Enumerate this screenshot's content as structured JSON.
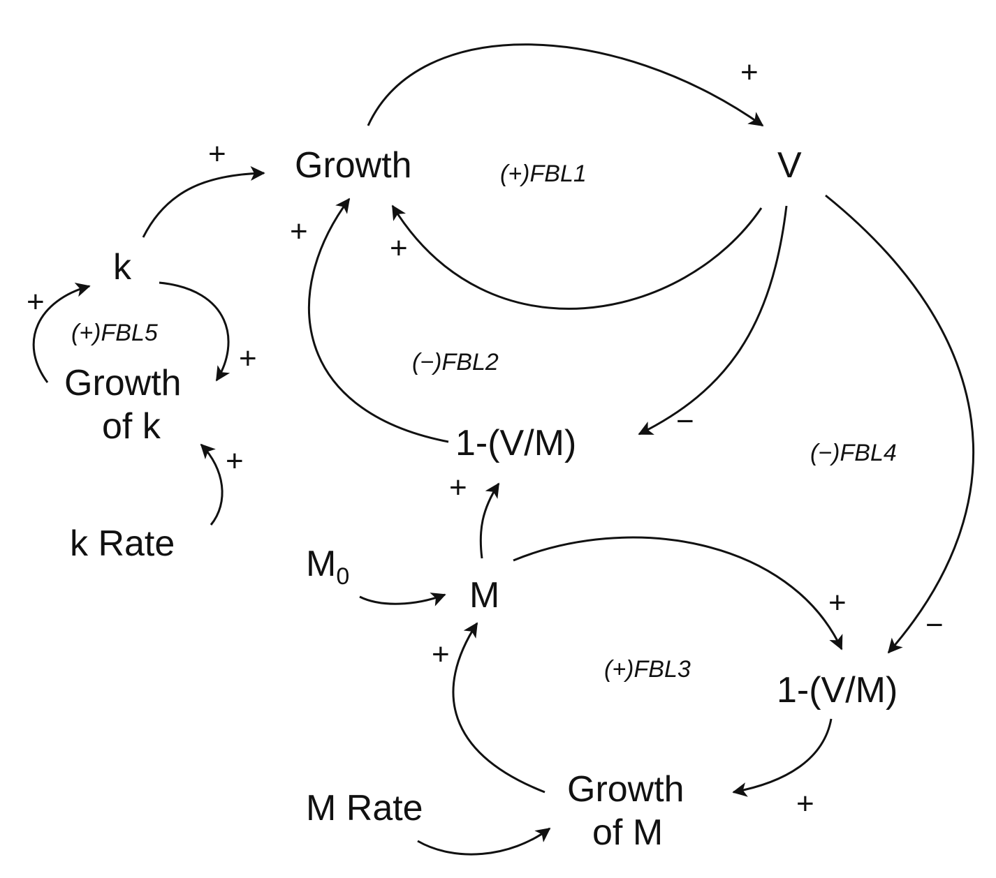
{
  "nodes": {
    "growth": "Growth",
    "v": "V",
    "k": "k",
    "growth_of_k_line1": "Growth",
    "growth_of_k_line2": "of k",
    "k_rate": "k Rate",
    "one_minus_vm_upper": "1-(V/M)",
    "m0_base": "M",
    "m0_sub": "0",
    "m": "M",
    "one_minus_vm_lower": "1-(V/M)",
    "m_rate": "M Rate",
    "growth_of_m_line1": "Growth",
    "growth_of_m_line2": "of M"
  },
  "loops": {
    "fbl1": "(+)FBL1",
    "fbl2": "(−)FBL2",
    "fbl3": "(+)FBL3",
    "fbl4": "(−)FBL4",
    "fbl5": "(+)FBL5"
  },
  "polarities": {
    "growth_to_v": "+",
    "k_to_growth": "+",
    "upper_vm_to_growth": "+",
    "v_to_growth": "+",
    "k_to_growth_of_k": "+",
    "growth_of_k_to_k": "+",
    "k_rate_to_growth_of_k": "+",
    "v_to_upper_vm": "−",
    "m_to_upper_vm": "+",
    "m_to_lower_vm": "+",
    "v_to_lower_vm": "−",
    "growth_of_m_to_m": "+",
    "lower_vm_to_growth_of_m": "+"
  }
}
